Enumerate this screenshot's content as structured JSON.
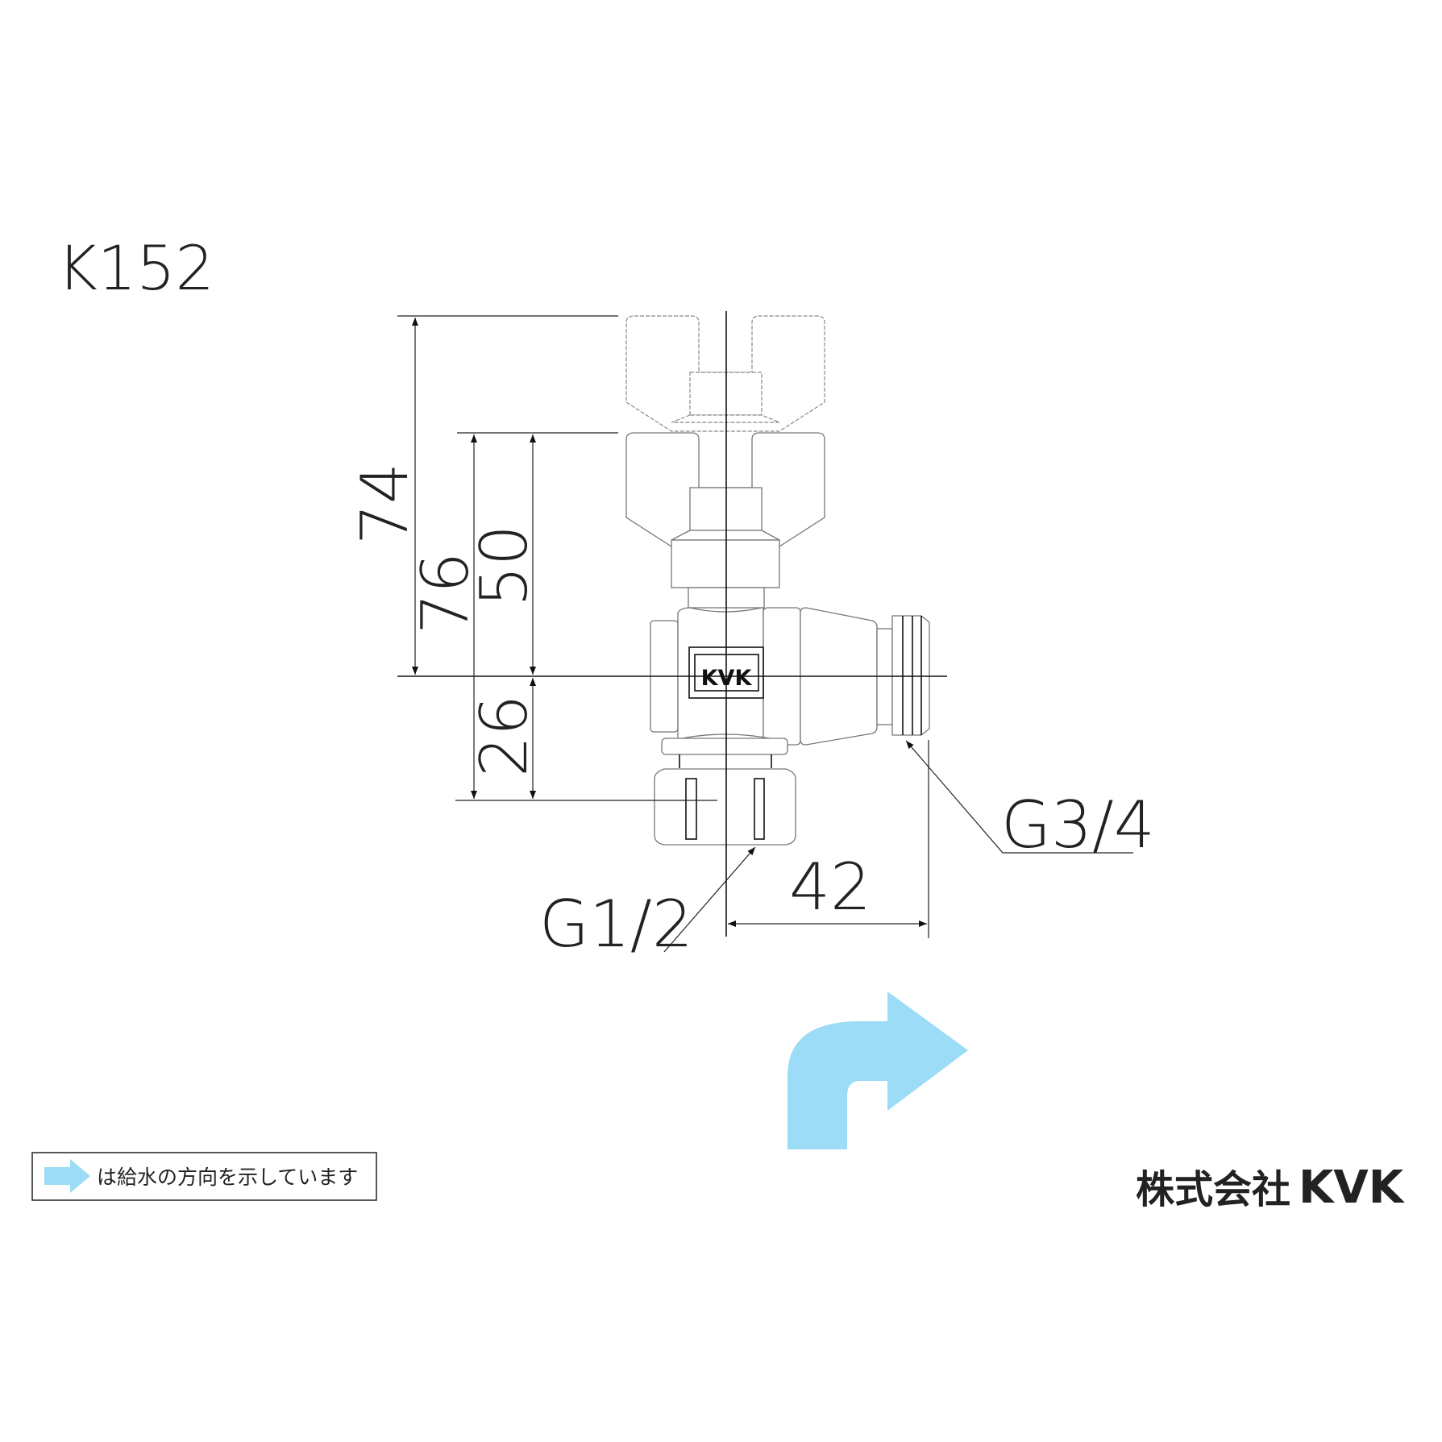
{
  "model": "K152",
  "body_logo": "KVK",
  "dimensions": {
    "d74": "74",
    "d76": "76",
    "d50": "50",
    "d26": "26",
    "d42": "42"
  },
  "threads": {
    "outlet": "G3/4",
    "inlet": "G1/2"
  },
  "legend": {
    "text": "は給水の方向を示しています"
  },
  "company": {
    "prefix": "株式会社",
    "name": "KVK"
  },
  "colors": {
    "flow_arrow": "#9cdcf6",
    "line": "#222222"
  }
}
